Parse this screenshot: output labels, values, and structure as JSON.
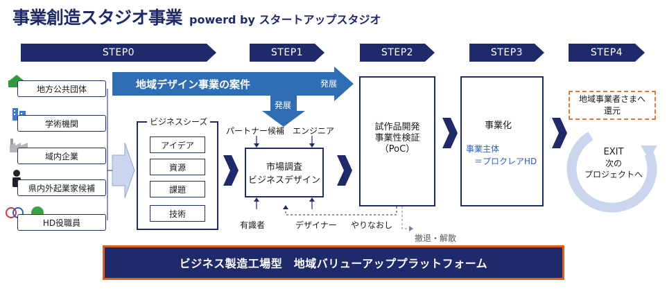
{
  "title": {
    "main": "事業創造スタジオ事業",
    "sub": "powerd by スタートアップスタジオ"
  },
  "steps": [
    "STEP0",
    "STEP1",
    "STEP2",
    "STEP3",
    "STEP4"
  ],
  "entities": [
    "地方公共団体",
    "学術機関",
    "域内企業",
    "県内外起業家候補",
    "HD役職員"
  ],
  "banner": {
    "label": "地域デザイン事業の案件",
    "develop_right": "発展",
    "develop_down": "発展"
  },
  "seeds": {
    "title": "ビジネスシーズ",
    "items": [
      "アイデア",
      "資源",
      "課題",
      "技術"
    ]
  },
  "step1": {
    "inputs": [
      "パートナー候補",
      "エンジニア"
    ],
    "box": [
      "市場調査",
      "ビジネスデザイン"
    ],
    "outputs": [
      "有識者",
      "デザイナー"
    ],
    "retry": "やりなおし"
  },
  "step2": {
    "box": [
      "試作品開発",
      "事業性検証",
      "（PoC）"
    ],
    "withdraw": "撤退・解散"
  },
  "step3": {
    "title": "事業化",
    "owner": [
      "事業主体",
      "＝プロクレアHD"
    ]
  },
  "step4": {
    "return": [
      "地域事業者さまへ",
      "還元"
    ],
    "exit": [
      "EXIT",
      "次の",
      "プロジェクトへ"
    ]
  },
  "platform": "ビジネス製造工場型　地域バリューアッププラットフォーム",
  "colors": {
    "navy": "#1f2a6b",
    "banner_blue": "#2f6db5",
    "orange": "#d9621e",
    "light_blue": "#c9d6ee"
  }
}
